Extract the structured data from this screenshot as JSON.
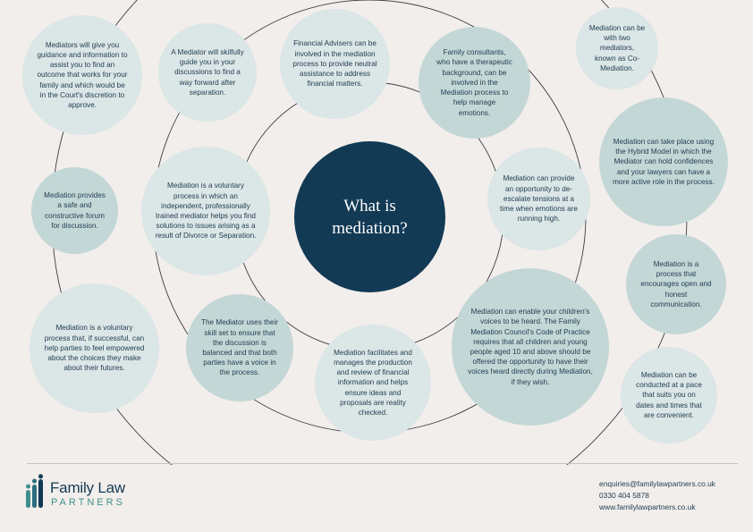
{
  "center_title": "What is\nmediation?",
  "bubbles": {
    "guidance": "Mediators will give you guidance and information to assist you to find an outcome that works for your family and which would be in the Court's discretion to approve.",
    "skilful": "A Mediator will skilfully guide you in your discussions to find a way forward after separation.",
    "financial_advisers": "Financial Advisers can be involved in the mediation process to provide neutral assistance to address financial matters.",
    "family_consultants": "Family consultants, who have a therapeutic background, can be involved in the Mediation process to help manage emotions.",
    "two_mediators": "Mediation can be with two mediators, known as Co-Mediation.",
    "hybrid": "Mediation can take place using the Hybrid Model in which the Mediator can hold confidences and your lawyers can have a more active role in the process.",
    "safe_forum": "Mediation provides a safe and constructive forum for discussion.",
    "voluntary_process": "Mediation is a voluntary process in which an independent, professionally trained mediator helps you find solutions to issues arising as a result of Divorce or Separation.",
    "deescalate": "Mediation can provide an opportunity to de-escalate tensions at a time when emotions are running high.",
    "open_honest": "Mediation is a process that encourages open and honest communication.",
    "empowered": "Mediation is a voluntary process that, if successful, can help parties to feel empowered about the choices they make about their futures.",
    "skill_set": "The Mediator uses their skill set to ensure that the discussion is balanced and that both parties have a voice in the process.",
    "financial_info": "Mediation facilitates and manages the production and review of financial information and helps ensure ideas and proposals are reality checked.",
    "childrens_voices": "Mediation can enable your children's voices to be heard. The Family Mediation Council's Code of Practice requires that all children and young people aged 10 and above should be offered the opportunity to have their voices heard directly during Mediation, if they wish.",
    "pace": "Mediation can be conducted at a pace that suits you on dates and times that are convenient."
  },
  "logo": {
    "name": "Family Law",
    "sub": "PARTNERS"
  },
  "contact": {
    "email": "enquiries@familylawpartners.co.uk",
    "phone": "0330 404 5878",
    "website": "www.familylawpartners.co.uk"
  },
  "colors": {
    "background": "#f2eeeb",
    "bubble_light": "#dbe6e6",
    "bubble_mid": "#c3d7d6",
    "center": "#123a55",
    "brand_teal": "#3f8f8c"
  }
}
